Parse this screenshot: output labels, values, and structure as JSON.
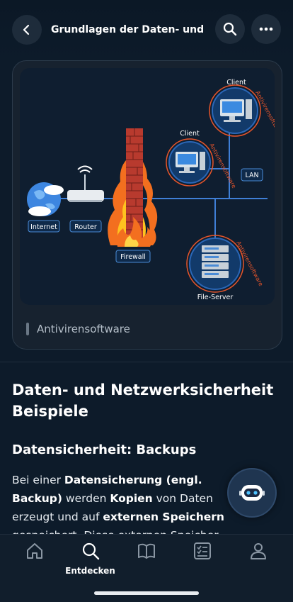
{
  "header": {
    "title": "Grundlagen der Daten- und Netzwerksicherheit"
  },
  "figure": {
    "caption": "Antivirensoftware",
    "labels": {
      "internet": "Internet",
      "router": "Router",
      "firewall": "Firewall",
      "client_top": "Client",
      "client_mid": "Client",
      "lan": "LAN",
      "file_server": "File-Server",
      "antivirus": "Antivirensoftware"
    }
  },
  "content": {
    "heading": "Daten- und Netzwerksicherheit Beispiele",
    "subheading": "Datensicherheit: Backups",
    "paragraph": {
      "p1": "Bei einer ",
      "b1": "Datensicherung (engl. Backup)",
      "p2": " werden ",
      "b2": "Kopien",
      "p3": " von Daten erzeugt und auf ",
      "b3": "externen Speichern",
      "p4": " gespeichert. Diese externen Speicher sind zum Beispiel NAS"
    }
  },
  "tabbar": {
    "active_label": "Entdecken"
  },
  "colors": {
    "background": "#0d1b2a",
    "accent": "#ffffff",
    "network_line": "#3f7fd6",
    "antivirus_ring": "#e8552a"
  }
}
